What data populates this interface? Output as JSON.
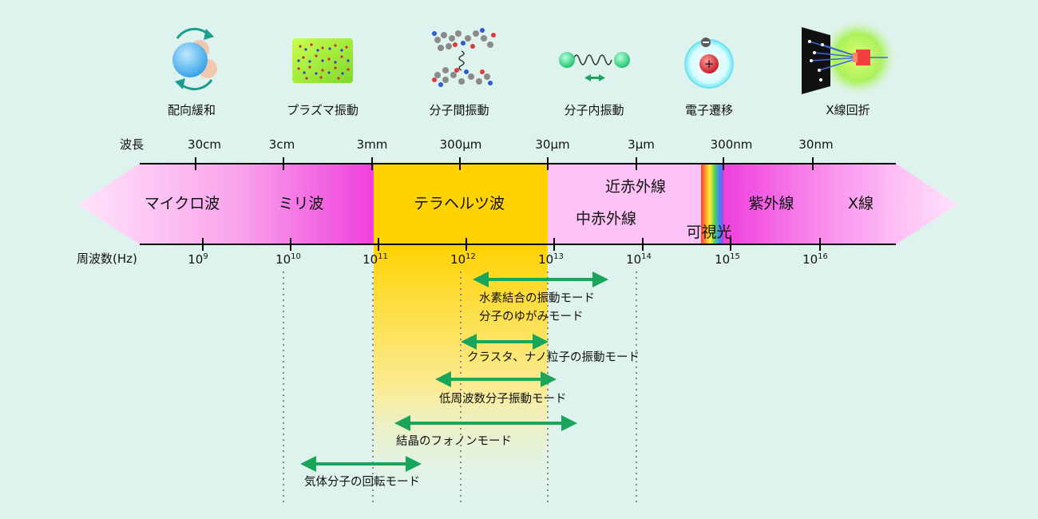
{
  "icons": [
    {
      "label": "配向緩和",
      "icon": "rotating-molecule-icon"
    },
    {
      "label": "プラズマ振動",
      "icon": "plasma-oscillation-icon"
    },
    {
      "label": "分子間振動",
      "icon": "intermolecular-vibration-icon"
    },
    {
      "label": "分子内振動",
      "icon": "intramolecular-vibration-icon"
    },
    {
      "label": "電子遷移",
      "icon": "electron-transition-icon"
    },
    {
      "label": "X線回折",
      "icon": "xray-diffraction-icon"
    }
  ],
  "wavelength": {
    "title": "波長",
    "ticks": [
      "30cm",
      "3cm",
      "3mm",
      "300μm",
      "30μm",
      "3μm",
      "300nm",
      "30nm"
    ]
  },
  "frequency": {
    "title": "周波数(Hz)",
    "ticks": [
      {
        "base": "10",
        "exp": "9"
      },
      {
        "base": "10",
        "exp": "10"
      },
      {
        "base": "10",
        "exp": "11"
      },
      {
        "base": "10",
        "exp": "12"
      },
      {
        "base": "10",
        "exp": "13"
      },
      {
        "base": "10",
        "exp": "14"
      },
      {
        "base": "10",
        "exp": "15"
      },
      {
        "base": "10",
        "exp": "16"
      }
    ]
  },
  "bands": {
    "microwave": "マイクロ波",
    "millimeter": "ミリ波",
    "terahertz": "テラヘルツ波",
    "near_ir": "近赤外線",
    "mid_ir": "中赤外線",
    "visible": "可視光",
    "uv": "紫外線",
    "xray": "X線"
  },
  "modes": [
    {
      "lines": [
        "水素結合の振動モード",
        "分子のゆがみモード"
      ]
    },
    {
      "lines": [
        "クラスタ、ナノ粒子の振動モード"
      ]
    },
    {
      "lines": [
        "低周波数分子振動モード"
      ]
    },
    {
      "lines": [
        "結晶のフォノンモード"
      ]
    },
    {
      "lines": [
        "気体分子の回転モード"
      ]
    }
  ],
  "colors": {
    "background": "#dff3ee",
    "terahertz": "#ffd200",
    "arrow": "#1aa65a",
    "magenta": "#ee44dd",
    "pink_light": "#ffd6f6"
  }
}
